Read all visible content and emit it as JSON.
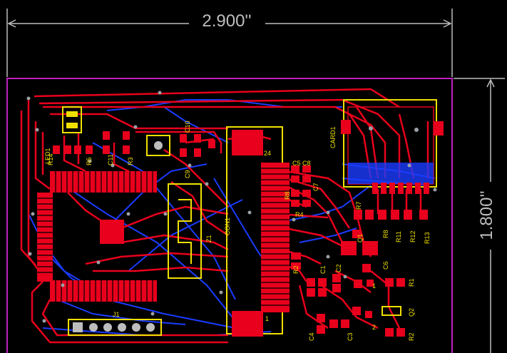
{
  "dimensions": {
    "width_label": "2.900''",
    "height_label": "1.800''"
  },
  "components": {
    "card": "CARD1",
    "connector": "CON1",
    "crystal": "Z1",
    "led": "LED1",
    "pin_24": "24",
    "pin_1": "1",
    "r1": "R1",
    "r2": "R2",
    "r3": "R3",
    "r4": "R4",
    "r5": "R5",
    "r7": "R7",
    "r8": "R8",
    "r11": "R11",
    "r12": "R12",
    "r13": "R13",
    "r14": "R14",
    "c1": "C1",
    "c2": "C2",
    "c3": "C3",
    "c4": "C4",
    "c5": "C5",
    "c6": "C6",
    "c7": "C7",
    "c8": "C8",
    "c9": "C9",
    "c10": "C10",
    "c11": "C11",
    "q1": "Q1",
    "q2": "Q2",
    "q2_pin1": "1",
    "q2_pin2": "2",
    "j1": "J1"
  },
  "colors": {
    "background": "#000000",
    "top_copper": "#e8001c",
    "bottom_copper": "#1a3cff",
    "silkscreen": "#f0e000",
    "board_outline": "#c020c0",
    "dimension": "#bdbdbd"
  }
}
